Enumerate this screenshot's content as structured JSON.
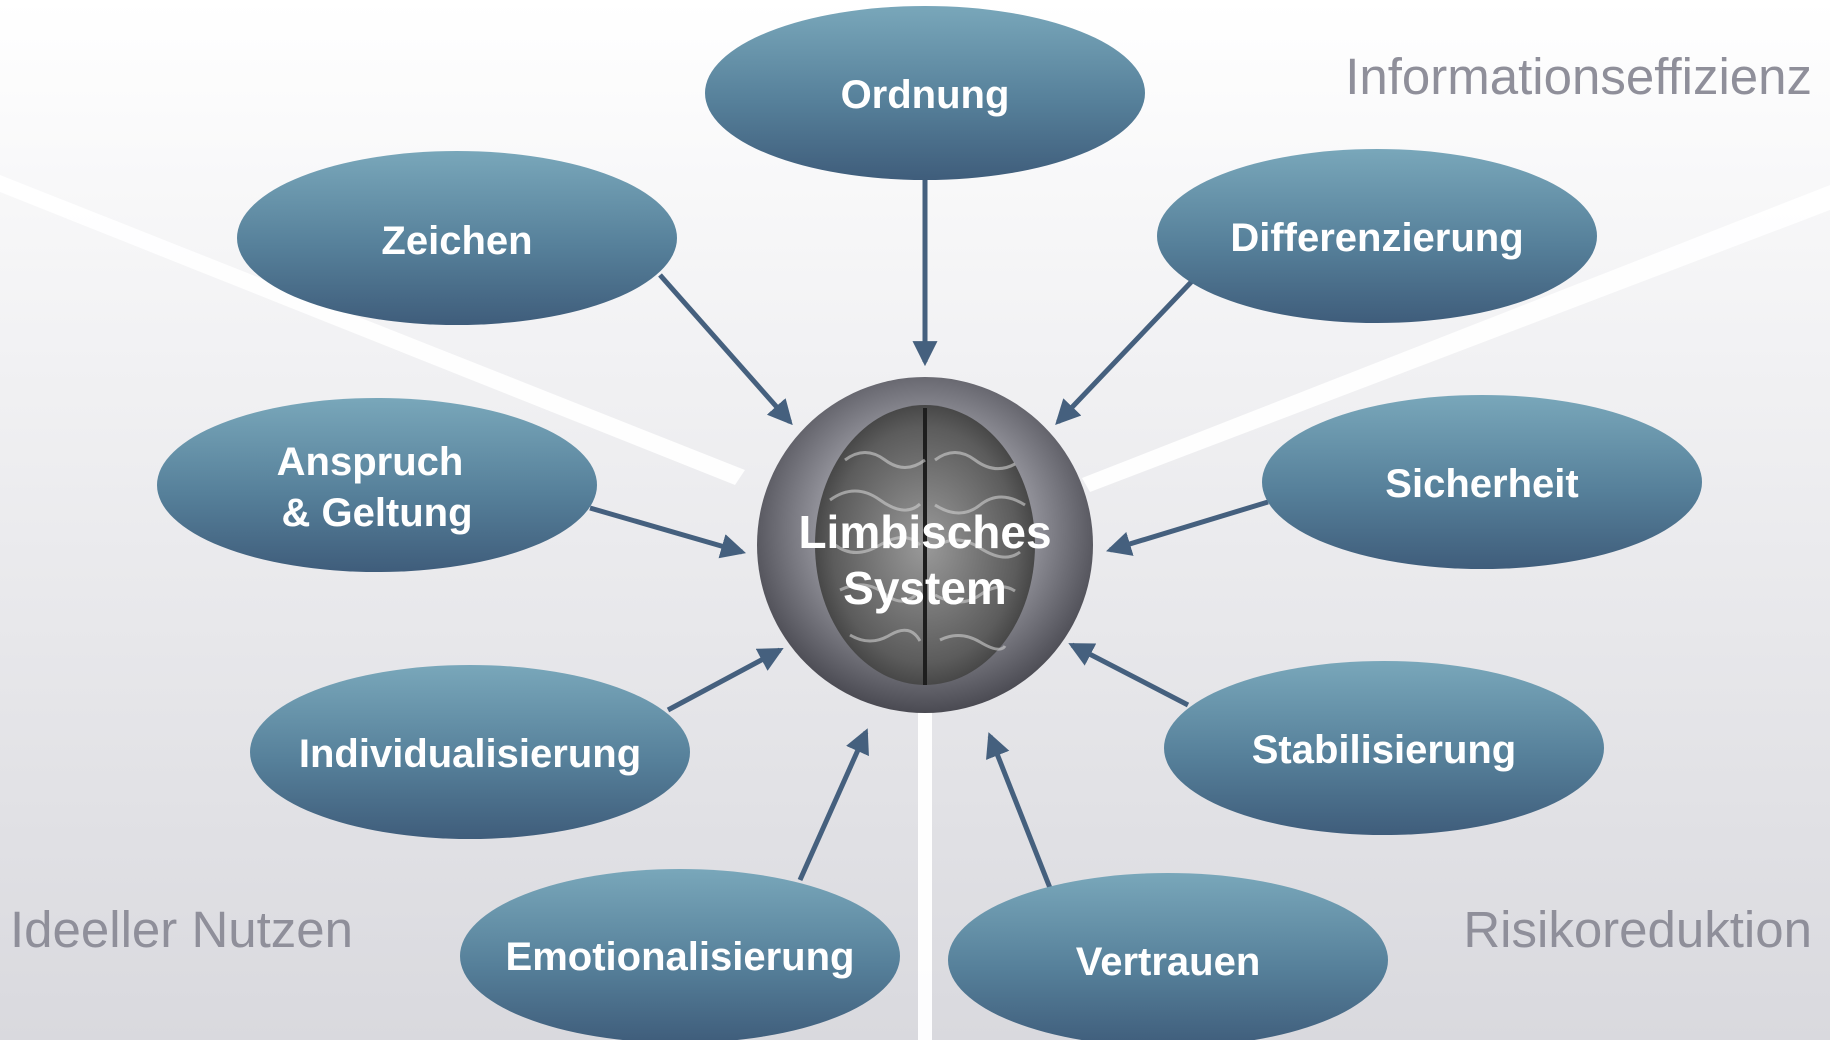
{
  "regions": {
    "top_right": "Informationseffizienz",
    "bottom_left": "Ideeller Nutzen",
    "bottom_right": "Risikoreduktion"
  },
  "center": {
    "line1": "Limbisches",
    "line2": "System"
  },
  "nodes": {
    "ordnung": "Ordnung",
    "zeichen": "Zeichen",
    "differenzierung": "Differenzierung",
    "anspruch_line1": "Anspruch",
    "anspruch_line2": "& Geltung",
    "sicherheit": "Sicherheit",
    "individualisierung": "Individualisierung",
    "stabilisierung": "Stabilisierung",
    "emotionalisierung": "Emotionalisierung",
    "vertrauen": "Vertrauen"
  },
  "colors": {
    "node_top": "#6e9cb0",
    "node_bottom": "#42607e",
    "arrow": "#45607e",
    "region_text": "#8f8f9a"
  }
}
